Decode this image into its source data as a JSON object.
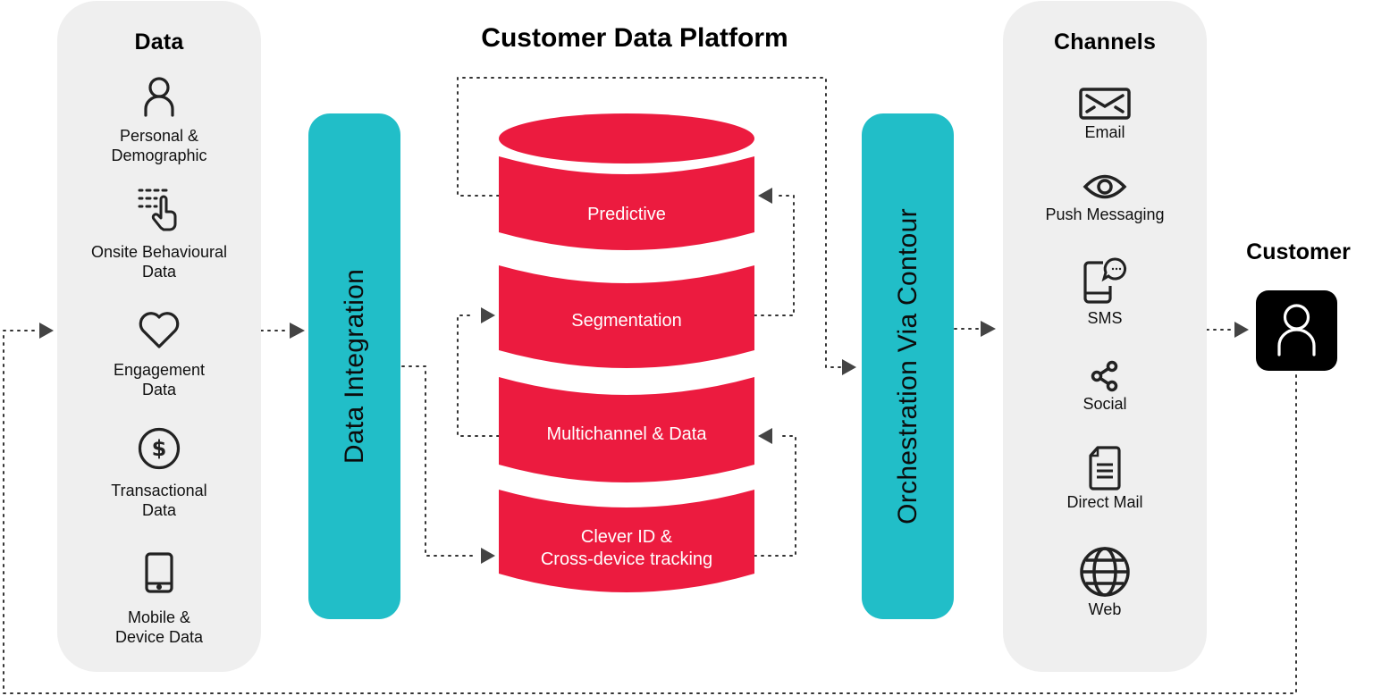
{
  "title": "Customer Data Platform",
  "colors": {
    "accent_red": "#ec1b3f",
    "accent_teal": "#21bec8",
    "panel_gray": "#efefef",
    "arrow": "#444444"
  },
  "data_panel": {
    "title": "Data",
    "items": [
      {
        "icon": "person-icon",
        "label_line1": "Personal &",
        "label_line2": "Demographic"
      },
      {
        "icon": "tap-list-icon",
        "label_line1": "Onsite Behavioural",
        "label_line2": "Data"
      },
      {
        "icon": "heart-icon",
        "label_line1": "Engagement",
        "label_line2": "Data"
      },
      {
        "icon": "dollar-circle-icon",
        "label_line1": "Transactional",
        "label_line2": "Data"
      },
      {
        "icon": "mobile-phone-icon",
        "label_line1": "Mobile &",
        "label_line2": "Device Data"
      }
    ]
  },
  "integration_bar": {
    "label": "Data Integration"
  },
  "platform_layers": [
    {
      "label_line1": "Predictive",
      "label_line2": ""
    },
    {
      "label_line1": "Segmentation",
      "label_line2": ""
    },
    {
      "label_line1": "Multichannel & Data",
      "label_line2": ""
    },
    {
      "label_line1": "Clever ID &",
      "label_line2": "Cross-device tracking"
    }
  ],
  "orchestration_bar": {
    "label": "Orchestration Via Contour"
  },
  "channels_panel": {
    "title": "Channels",
    "items": [
      {
        "icon": "email-icon",
        "label": "Email"
      },
      {
        "icon": "eye-icon",
        "label": "Push Messaging"
      },
      {
        "icon": "sms-phone-icon",
        "label": "SMS"
      },
      {
        "icon": "share-icon",
        "label": "Social"
      },
      {
        "icon": "document-icon",
        "label": "Direct Mail"
      },
      {
        "icon": "globe-icon",
        "label": "Web"
      }
    ]
  },
  "customer": {
    "title": "Customer",
    "icon": "customer-person-icon"
  }
}
